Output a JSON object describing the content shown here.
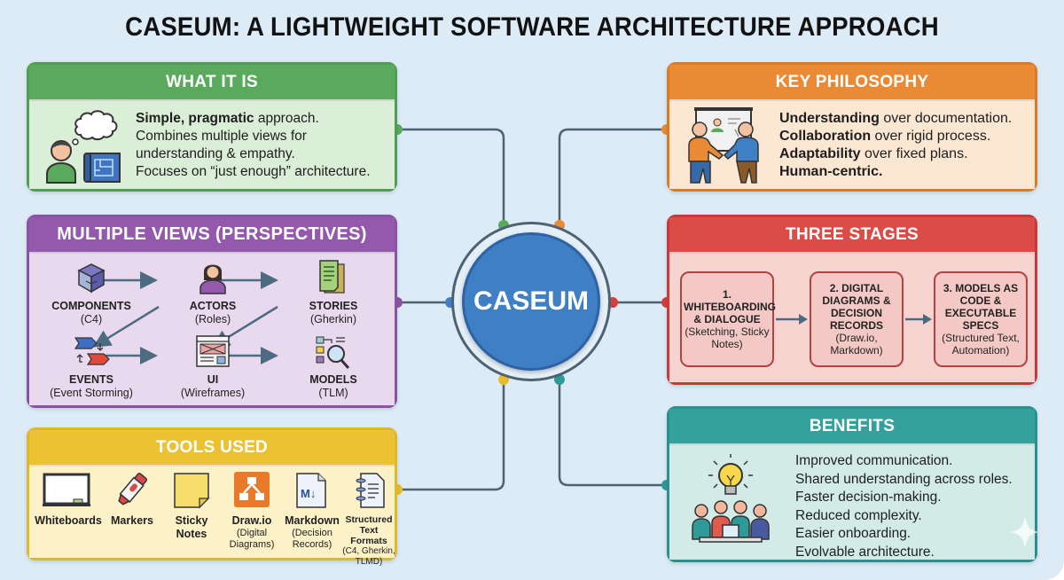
{
  "title": "CASEUM: A LIGHTWEIGHT SOFTWARE ARCHITECTURE APPROACH",
  "center": {
    "label": "CASEUM"
  },
  "what_it_is": {
    "heading": "WHAT IT IS",
    "icon": "person-thinking-blueprint-icon",
    "line1_bold": "Simple, pragmatic",
    "line1_rest": " approach.",
    "line2": "Combines multiple views for",
    "line3": "understanding & empathy.",
    "line4": "Focuses on “just enough” architecture."
  },
  "multiple_views": {
    "heading": "MULTIPLE VIEWS (PERSPECTIVES)",
    "views": [
      {
        "name": "COMPONENTS",
        "sub": "(C4)",
        "icon": "cubes-icon"
      },
      {
        "name": "ACTORS",
        "sub": "(Roles)",
        "icon": "person-icon"
      },
      {
        "name": "STORIES",
        "sub": "(Gherkin)",
        "icon": "document-icon"
      },
      {
        "name": "EVENTS",
        "sub": "(Event Storming)",
        "icon": "event-arrows-icon"
      },
      {
        "name": "UI",
        "sub": "(Wireframes)",
        "icon": "wireframe-icon"
      },
      {
        "name": "MODELS",
        "sub": "(TLM)",
        "icon": "model-magnifier-icon"
      }
    ]
  },
  "tools_used": {
    "heading": "TOOLS USED",
    "tools": [
      {
        "name": "Whiteboards",
        "sub": "",
        "icon": "whiteboard-icon"
      },
      {
        "name": "Markers",
        "sub": "",
        "icon": "marker-icon"
      },
      {
        "name": "Sticky Notes",
        "sub": "",
        "icon": "sticky-note-icon"
      },
      {
        "name": "Draw.io",
        "sub": "(Digital Diagrams)",
        "icon": "drawio-icon"
      },
      {
        "name": "Markdown",
        "sub": "(Decision Records)",
        "icon": "markdown-icon"
      },
      {
        "name": "Structured Text Formats",
        "sub": "(C4, Gherkin, TLMD)",
        "icon": "notebook-icon"
      }
    ]
  },
  "key_philosophy": {
    "heading": "KEY PHILOSOPHY",
    "icon": "handshake-presentation-icon",
    "lines": [
      {
        "bold": "Understanding",
        "rest": " over documentation."
      },
      {
        "bold": "Collaboration",
        "rest": " over rigid process."
      },
      {
        "bold": "Adaptability",
        "rest": " over fixed plans."
      },
      {
        "bold": "Human-centric.",
        "rest": ""
      }
    ]
  },
  "three_stages": {
    "heading": "THREE STAGES",
    "stages": [
      {
        "name": "1. WHITEBOARDING & DIALOGUE",
        "sub": "(Sketching, Sticky Notes)"
      },
      {
        "name": "2. DIGITAL DIAGRAMS & DECISION RECORDS",
        "sub": "(Draw.io, Markdown)"
      },
      {
        "name": "3. MODELS AS CODE & EXECUTABLE SPECS",
        "sub": "(Structured Text, Automation)"
      }
    ]
  },
  "benefits": {
    "heading": "BENEFITS",
    "icon": "lightbulb-team-icon",
    "items": [
      "Improved communication.",
      "Shared understanding across roles.",
      "Faster decision-making.",
      "Reduced complexity.",
      "Easier onboarding.",
      "Evolvable architecture."
    ]
  },
  "colors": {
    "background": "#dcebf6",
    "green": "#5aaa5e",
    "purple": "#9458ad",
    "yellow": "#ecc134",
    "orange": "#ea8a35",
    "red": "#dc4c47",
    "teal": "#35a19c",
    "center": "#3f7fc4",
    "wire": "#4d6273"
  }
}
